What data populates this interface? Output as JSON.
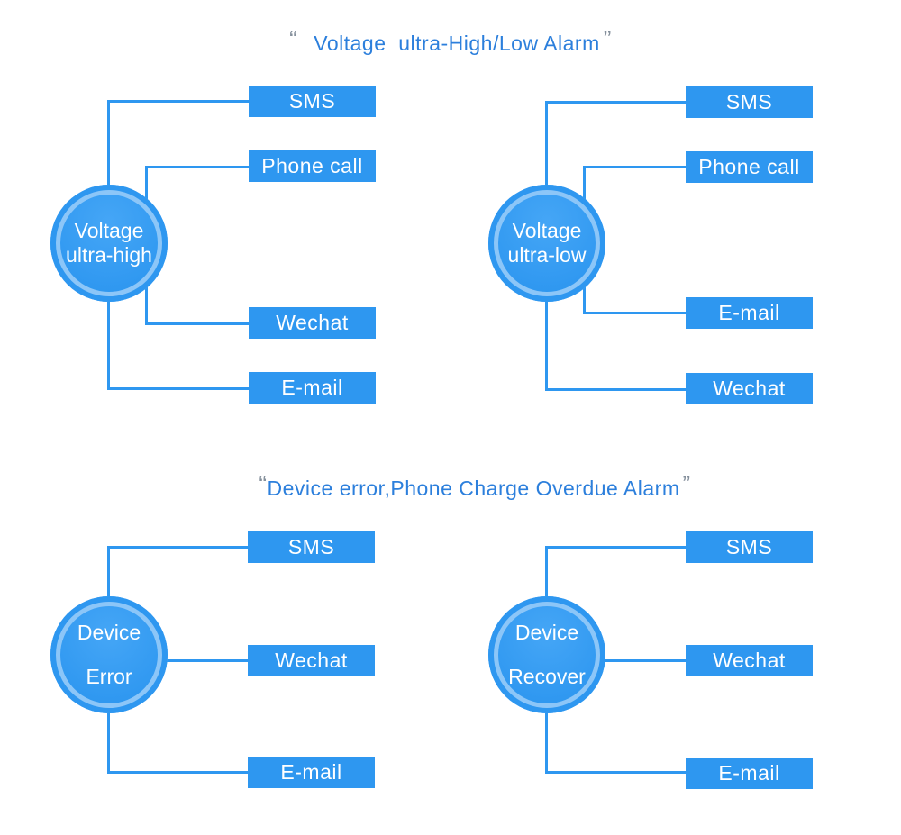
{
  "colors": {
    "primary_blue": "#2E97F0",
    "ring_light_blue": "#8CC6F8",
    "title_blue": "#2C7FDC",
    "quote_gray": "#85909C"
  },
  "titles": {
    "top": {
      "open_quote": "“",
      "text": "Voltage  ultra-High/Low Alarm",
      "close_quote": "”"
    },
    "bottom": {
      "open_quote": "“",
      "text": "Device error,Phone Charge Overdue Alarm",
      "close_quote": "”"
    }
  },
  "diagrams": [
    {
      "id": "voltage-ultra-high",
      "node_lines": [
        "Voltage",
        "ultra-high"
      ],
      "boxes": [
        "SMS",
        "Phone call",
        "Wechat",
        "E-mail"
      ]
    },
    {
      "id": "voltage-ultra-low",
      "node_lines": [
        "Voltage",
        "ultra-low"
      ],
      "boxes": [
        "SMS",
        "Phone call",
        "E-mail",
        "Wechat"
      ]
    },
    {
      "id": "device-error",
      "node_lines": [
        "Device",
        "Error"
      ],
      "boxes": [
        "SMS",
        "Wechat",
        "E-mail"
      ]
    },
    {
      "id": "device-recover",
      "node_lines": [
        "Device",
        "Recover"
      ],
      "boxes": [
        "SMS",
        "Wechat",
        "E-mail"
      ]
    }
  ]
}
